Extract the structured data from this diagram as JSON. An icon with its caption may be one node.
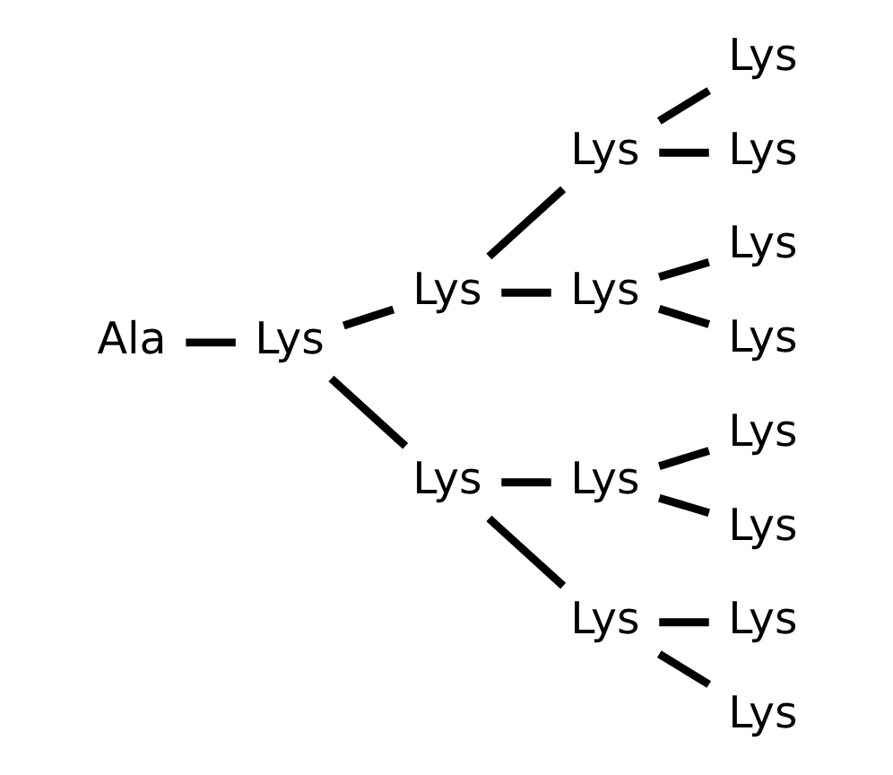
{
  "diagram": {
    "nodes": [
      {
        "text": [
          "Ala"
        ]
      },
      {
        "text": [
          "Lys"
        ]
      },
      {
        "text": [
          "Lys"
        ]
      },
      {
        "text": [
          "Lys"
        ]
      },
      {
        "text": [
          "Lys"
        ]
      },
      {
        "text": [
          "Lys"
        ]
      },
      {
        "text": [
          "Lys"
        ]
      },
      {
        "text": [
          "Lys"
        ]
      },
      {
        "text": [
          "Lys"
        ]
      },
      {
        "text": [
          "Lys"
        ]
      },
      {
        "text": [
          "Lys"
        ]
      },
      {
        "text": [
          "Lys"
        ]
      },
      {
        "text": [
          "Lys"
        ]
      },
      {
        "text": [
          "Lys"
        ]
      },
      {
        "text": [
          "Lys"
        ]
      },
      {
        "text": [
          "Lys"
        ]
      }
    ],
    "edges": [
      {
        "from": 0,
        "to": 1,
        "arrow": "none"
      },
      {
        "from": 1,
        "to": 2,
        "arrow": "none"
      },
      {
        "from": 2,
        "to": 3,
        "arrow": "none"
      },
      {
        "from": 3,
        "to": 4,
        "arrow": "none"
      },
      {
        "from": 3,
        "to": 5,
        "arrow": "none"
      },
      {
        "from": 2,
        "to": 6,
        "arrow": "none"
      },
      {
        "from": 6,
        "to": 7,
        "arrow": "none"
      },
      {
        "from": 6,
        "to": 8,
        "arrow": "none"
      },
      {
        "from": 1,
        "to": 9,
        "arrow": "none"
      },
      {
        "from": 9,
        "to": 10,
        "arrow": "none"
      },
      {
        "from": 10,
        "to": 11,
        "arrow": "none"
      },
      {
        "from": 10,
        "to": 12,
        "arrow": "none"
      },
      {
        "from": 9,
        "to": 13,
        "arrow": "none"
      },
      {
        "from": 13,
        "to": 14,
        "arrow": "none"
      },
      {
        "from": 13,
        "to": 15,
        "arrow": "none"
      }
    ]
  }
}
